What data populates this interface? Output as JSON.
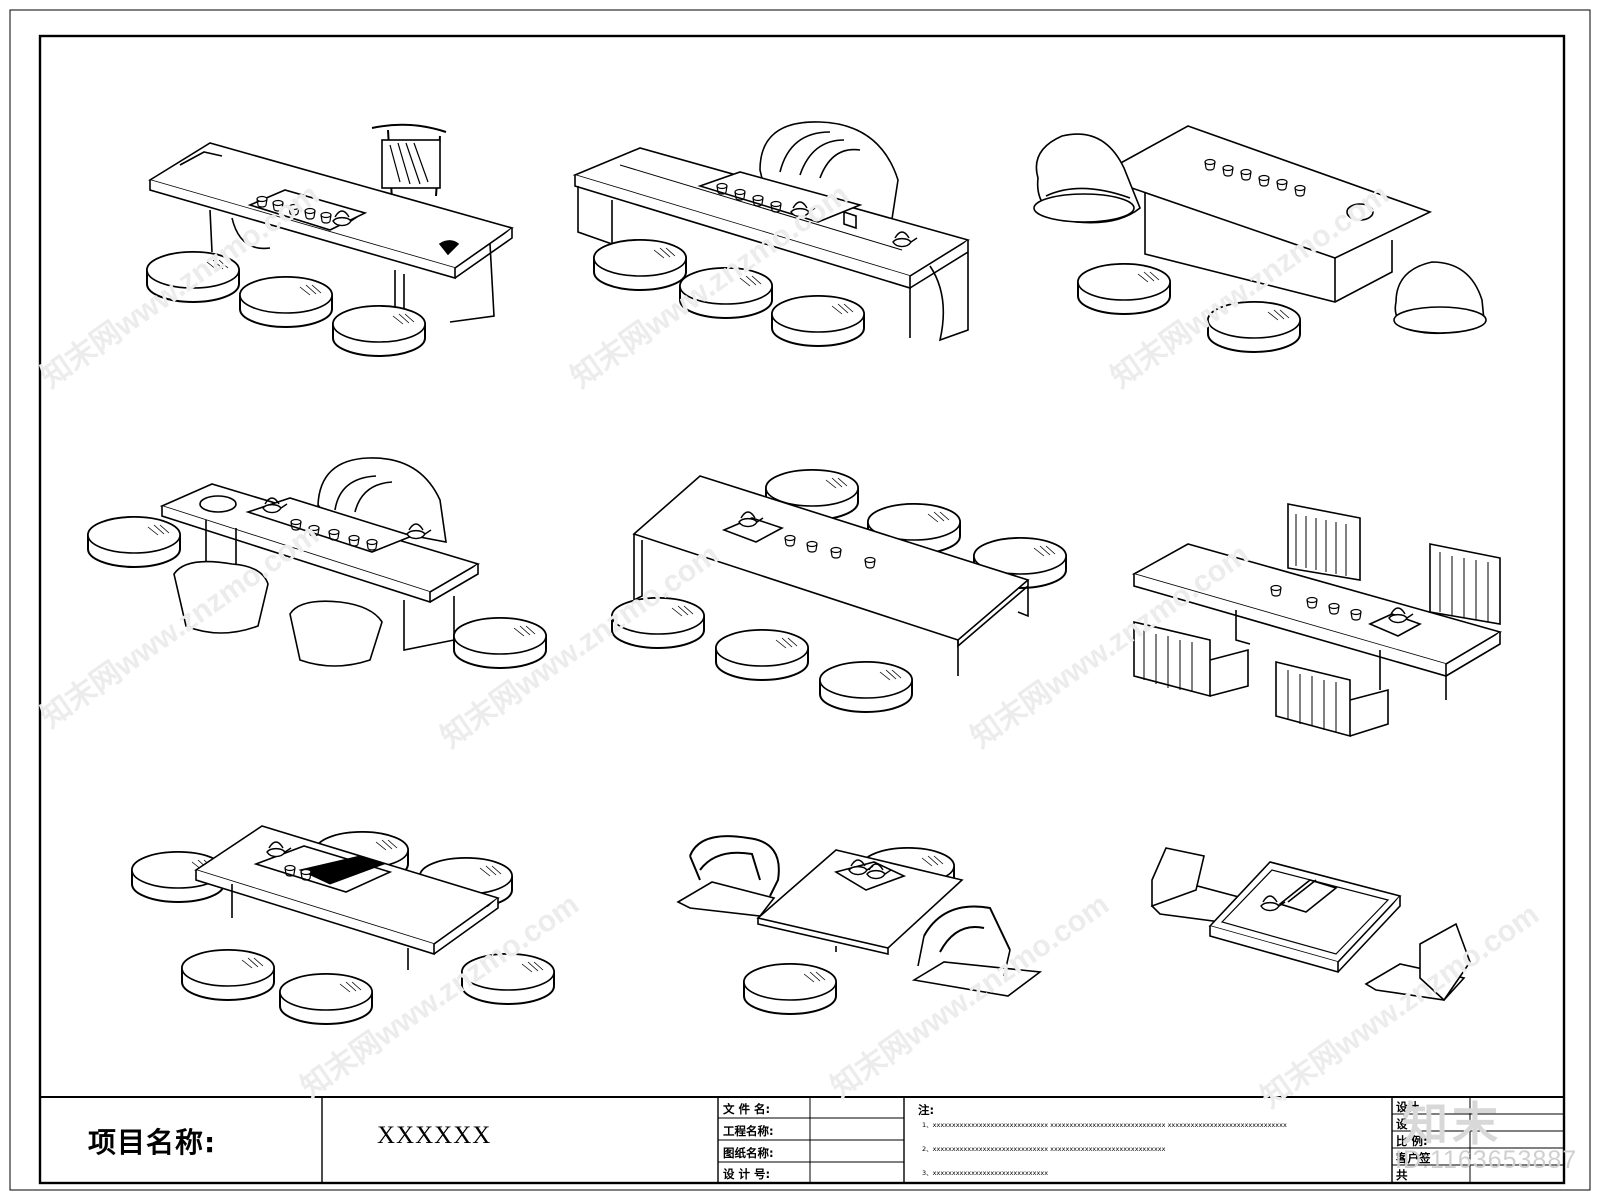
{
  "title_block": {
    "project_label": "项目名称:",
    "project_value": "XXXXXX",
    "fields": [
      "文 件 名:",
      "工程名称:",
      "图纸名称:",
      "设 计 号:"
    ],
    "notes_label": "注:",
    "notes": [
      "1、xxxxxxxxxxxxxxxxxxxxxxxxxxxxxx     xxxxxxxxxxxxxxxxxxxxxxxxxxxxxx     xxxxxxxxxxxxxxxxxxxxxxxxxxxxxxx",
      "2、xxxxxxxxxxxxxxxxxxxxxxxxxxxxxx     xxxxxxxxxxxxxxxxxxxxxxxxxxxxxx",
      "3、xxxxxxxxxxxxxxxxxxxxxxxxxxxxxx"
    ],
    "right_labels": [
      "设计",
      "设",
      "比  例:",
      "客户签",
      "共"
    ]
  },
  "watermark": {
    "logo": "知末",
    "id": "ID:1163653887",
    "site": "知末网www.znzmo.com"
  },
  "icons": [
    "tea-table-set-icon",
    "cushion-stool-icon",
    "chair-icon",
    "teapot-icon",
    "tea-cup-icon"
  ]
}
